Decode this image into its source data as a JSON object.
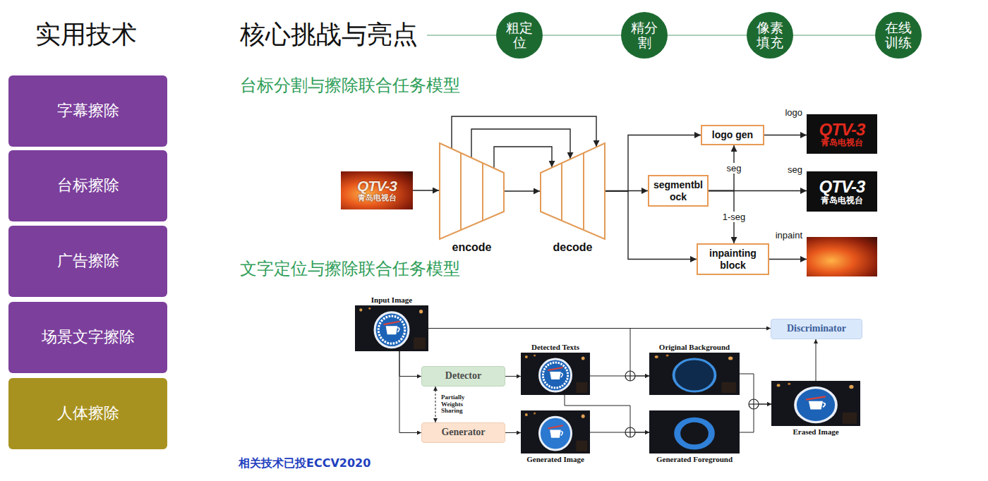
{
  "diagram": {
    "title": "核心挑战与亮点",
    "nodes": [
      {
        "text": [
          "字幕擦除"
        ]
      },
      {
        "text": [
          "台标擦除"
        ]
      },
      {
        "text": [
          "广告擦除"
        ]
      },
      {
        "text": [
          "场景文字擦除"
        ]
      },
      {
        "text": [
          "人体擦除"
        ]
      },
      {
        "text": [
          "粗定位"
        ]
      },
      {
        "text": [
          "精分割"
        ]
      },
      {
        "text": [
          "像素填充"
        ]
      },
      {
        "text": [
          "在线训练"
        ]
      },
      {
        "text": [
          "QTV-3",
          "青岛电视台"
        ]
      },
      {
        "text": [
          "encode"
        ]
      },
      {
        "text": [
          "decode"
        ]
      },
      {
        "text": [
          "logo gen"
        ]
      },
      {
        "text": [
          "logo",
          "QTV-3",
          "青岛电视台"
        ]
      },
      {
        "text": [
          "segmentbl ock"
        ]
      },
      {
        "text": [
          "seg",
          "QTV-3",
          "青岛电视台"
        ]
      },
      {
        "text": [
          "inpainting block"
        ]
      },
      {
        "text": [
          "inpaint"
        ]
      },
      {
        "text": [
          "Input Image"
        ]
      },
      {
        "text": [
          "Discriminator"
        ]
      },
      {
        "text": [
          "Detector"
        ]
      },
      {
        "text": [
          "Detected Texts"
        ]
      },
      {
        "text": [
          "Original Background"
        ]
      },
      {
        "text": [
          "Generator"
        ]
      },
      {
        "text": [
          "Generated Image"
        ]
      },
      {
        "text": [
          "Generated Foreground"
        ]
      },
      {
        "text": [
          "Erased Image"
        ]
      }
    ],
    "edges": [
      {
        "from": 5,
        "to": 6,
        "arrow": "none"
      },
      {
        "from": 6,
        "to": 7,
        "arrow": "none"
      },
      {
        "from": 7,
        "to": 8,
        "arrow": "none"
      },
      {
        "from": 9,
        "to": 10,
        "arrow": "to"
      },
      {
        "from": 10,
        "to": 11,
        "arrow": "to"
      },
      {
        "from": 10,
        "to": 11,
        "arrow": "to"
      },
      {
        "from": 10,
        "to": 11,
        "arrow": "to"
      },
      {
        "from": 10,
        "to": 11,
        "arrow": "to"
      },
      {
        "from": 11,
        "to": 12,
        "arrow": "to"
      },
      {
        "from": 11,
        "to": 14,
        "arrow": "to"
      },
      {
        "from": 11,
        "to": 16,
        "arrow": "to"
      },
      {
        "from": 12,
        "to": 13,
        "arrow": "to"
      },
      {
        "from": 14,
        "to": 15,
        "arrow": "to"
      },
      {
        "from": 16,
        "to": 17,
        "arrow": "to"
      },
      {
        "from": 14,
        "to": 12,
        "label": "seg",
        "arrow": "to"
      },
      {
        "from": 14,
        "to": 16,
        "label": "1-seg",
        "arrow": "to"
      },
      {
        "from": 18,
        "to": 19,
        "arrow": "to"
      },
      {
        "from": 18,
        "to": 20,
        "arrow": "to"
      },
      {
        "from": 18,
        "to": 23,
        "arrow": "to"
      },
      {
        "from": 20,
        "to": 23,
        "label": "Partially Weights Sharing",
        "arrow": "both"
      },
      {
        "from": 20,
        "to": 21,
        "arrow": "to"
      },
      {
        "from": 23,
        "to": 24,
        "arrow": "to"
      },
      {
        "from": 18,
        "to": 22,
        "arrow": "to"
      },
      {
        "from": 21,
        "to": 22,
        "arrow": "to"
      },
      {
        "from": 21,
        "to": 25,
        "arrow": "to"
      },
      {
        "from": 24,
        "to": 25,
        "arrow": "to"
      },
      {
        "from": 22,
        "to": 26,
        "arrow": "to"
      },
      {
        "from": 25,
        "to": 26,
        "arrow": "to"
      },
      {
        "from": 26,
        "to": 19,
        "arrow": "to"
      }
    ],
    "labels": [
      "实用技术",
      "台标分割与擦除联合任务模型",
      "文字定位与擦除联合任务模型",
      "相关技术已投ECCV2020"
    ]
  }
}
